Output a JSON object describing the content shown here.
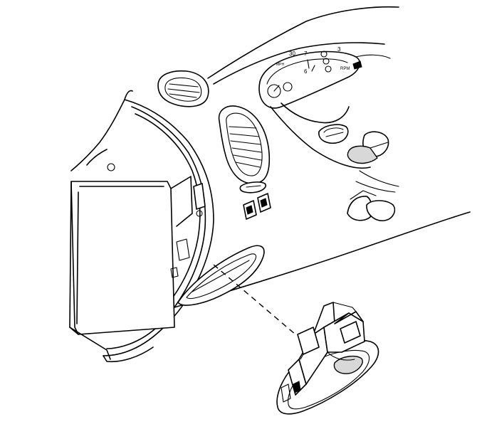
{
  "diagram": {
    "gauge_labels": {
      "speed_30": "30",
      "speed_7": "7",
      "speed_6": "6",
      "rpm": "RPM",
      "mph": "MPH",
      "trans_3": "3"
    }
  },
  "colors": {
    "line": "#000000",
    "background": "#ffffff",
    "shade": "#d8d8d8"
  }
}
